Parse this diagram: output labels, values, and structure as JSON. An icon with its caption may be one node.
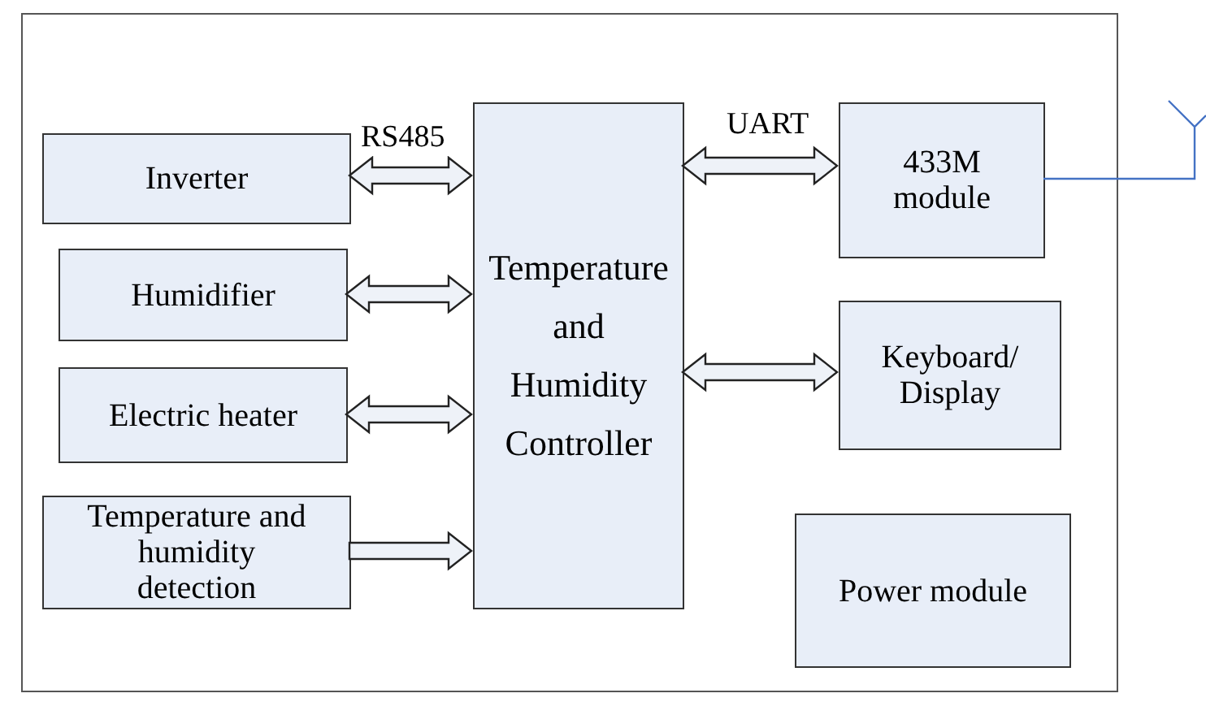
{
  "diagram": {
    "nodes": [
      {
        "text": [],
        "shape": "box"
      },
      {
        "text": [
          "Inverter"
        ],
        "in": 0
      },
      {
        "text": [
          "Humidifier"
        ],
        "in": 0
      },
      {
        "text": [
          "Electric heater"
        ],
        "in": 0
      },
      {
        "text": [
          "Temperature and humidity detection"
        ],
        "in": 0
      },
      {
        "text": [
          "Temperature and Humidity Controller"
        ],
        "in": 0
      },
      {
        "text": [
          "433M module"
        ],
        "in": 0
      },
      {
        "text": [
          "Keyboard/ Display"
        ],
        "in": 0
      },
      {
        "text": [
          "Power module"
        ],
        "in": 0
      },
      {
        "text": [],
        "shape": "antenna"
      }
    ],
    "edges": [
      {
        "from": 1,
        "to": 5,
        "arrow": "both",
        "label": "RS485"
      },
      {
        "from": 2,
        "to": 5,
        "arrow": "both"
      },
      {
        "from": 3,
        "to": 5,
        "arrow": "both"
      },
      {
        "from": 4,
        "to": 5,
        "arrow": "to"
      },
      {
        "from": 5,
        "to": 6,
        "arrow": "both",
        "label": "UART"
      },
      {
        "from": 5,
        "to": 7,
        "arrow": "both"
      },
      {
        "from": 6,
        "to": 9,
        "arrow": "none",
        "color": "#4472c4"
      }
    ]
  }
}
